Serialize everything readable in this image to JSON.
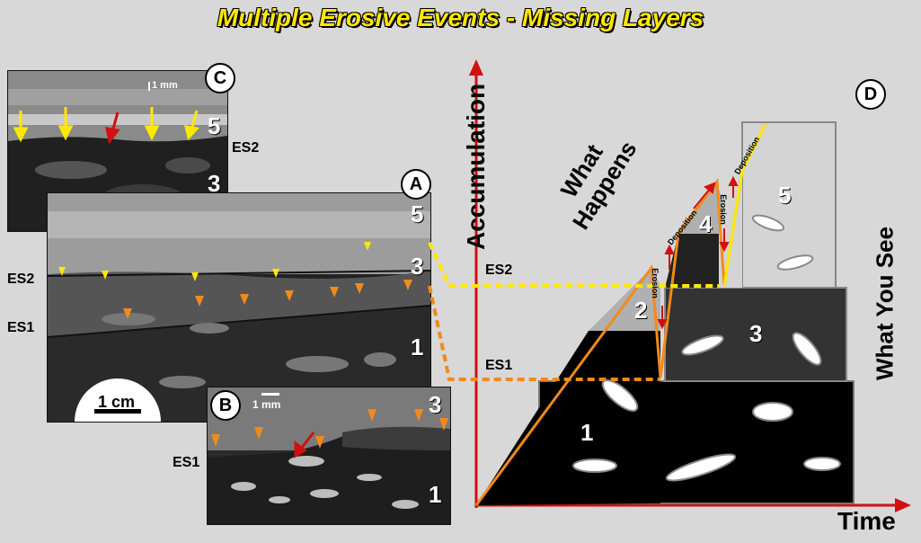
{
  "title": "Multiple Erosive Events - Missing Layers",
  "panels": {
    "a": {
      "letter": "A",
      "layer_top": "5",
      "layer_mid": "3",
      "layer_bottom": "1",
      "scale": "1 cm"
    },
    "b": {
      "letter": "B",
      "layer_top": "3",
      "layer_bottom": "1",
      "scale": "1 mm"
    },
    "c": {
      "letter": "C",
      "layer_top": "5",
      "layer_bottom": "3",
      "scale": "1 mm"
    },
    "d": {
      "letter": "D"
    }
  },
  "surfaces": {
    "es1": "ES1",
    "es2": "ES2"
  },
  "diagram": {
    "y_axis": "Accumulation",
    "x_axis": "Time",
    "what_happens_line1": "What",
    "what_happens_line2": "Happens",
    "what_you_see": "What You See",
    "erosion": "Erosion",
    "deposition": "Deposition",
    "layers": [
      "1",
      "2",
      "3",
      "4",
      "5"
    ]
  },
  "colors": {
    "yellow": "#ffe800",
    "orange": "#f28a1a",
    "red": "#d11010"
  }
}
